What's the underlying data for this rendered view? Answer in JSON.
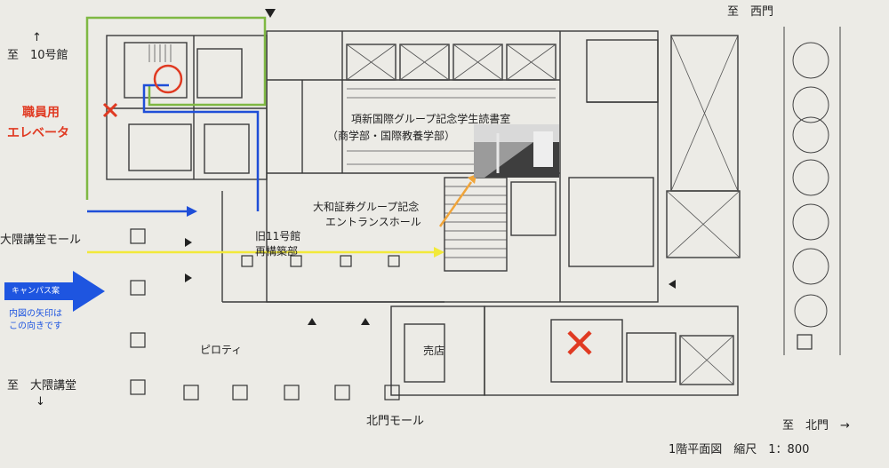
{
  "labels": {
    "to_west_gate": "至　西門",
    "to_bldg10": "至　10号館",
    "up_arrow": "↑",
    "staff_elevator_line1": "職員用",
    "staff_elevator_line2": "エレベータ",
    "okuma_mall": "大隈講堂モール",
    "campus_guide_line1": "キャンパス案",
    "campus_guide_line2": "内図の矢印は",
    "campus_guide_line3": "この向きです",
    "to_okuma_hall": "至　大隈講堂",
    "down_arrow": "↓",
    "reading_room_line1": "項新国際グループ記念学生読書室",
    "reading_room_line2": "（商学部・国際教養学部）",
    "entrance_hall_line1": "大和証券グループ記念",
    "entrance_hall_line2": "エントランスホール",
    "old_bldg11_line1": "旧11号館",
    "old_bldg11_line2": "再構築部",
    "piloti": "ピロティ",
    "shop": "売店",
    "north_gate_mall": "北門モール",
    "to_north_gate": "至　北門　→",
    "scale_caption": "1階平面図　縮尺　1：800"
  },
  "colors": {
    "green_route": "#7fb843",
    "blue_route": "#1f4ed8",
    "yellow_route": "#f2e93a",
    "red_mark": "#e03a22",
    "guide_arrow": "#1e55e0",
    "orange_pointer": "#f0a53a",
    "wall": "#3a3a3a",
    "paper": "#ecebe6"
  },
  "icons": {
    "elevator_circle": "circle-highlight-icon",
    "cross_marks": "x-mark-icon",
    "entrance_triangles": "triangle-entrance-icon",
    "photo_inset": "hall-photo-inset"
  }
}
